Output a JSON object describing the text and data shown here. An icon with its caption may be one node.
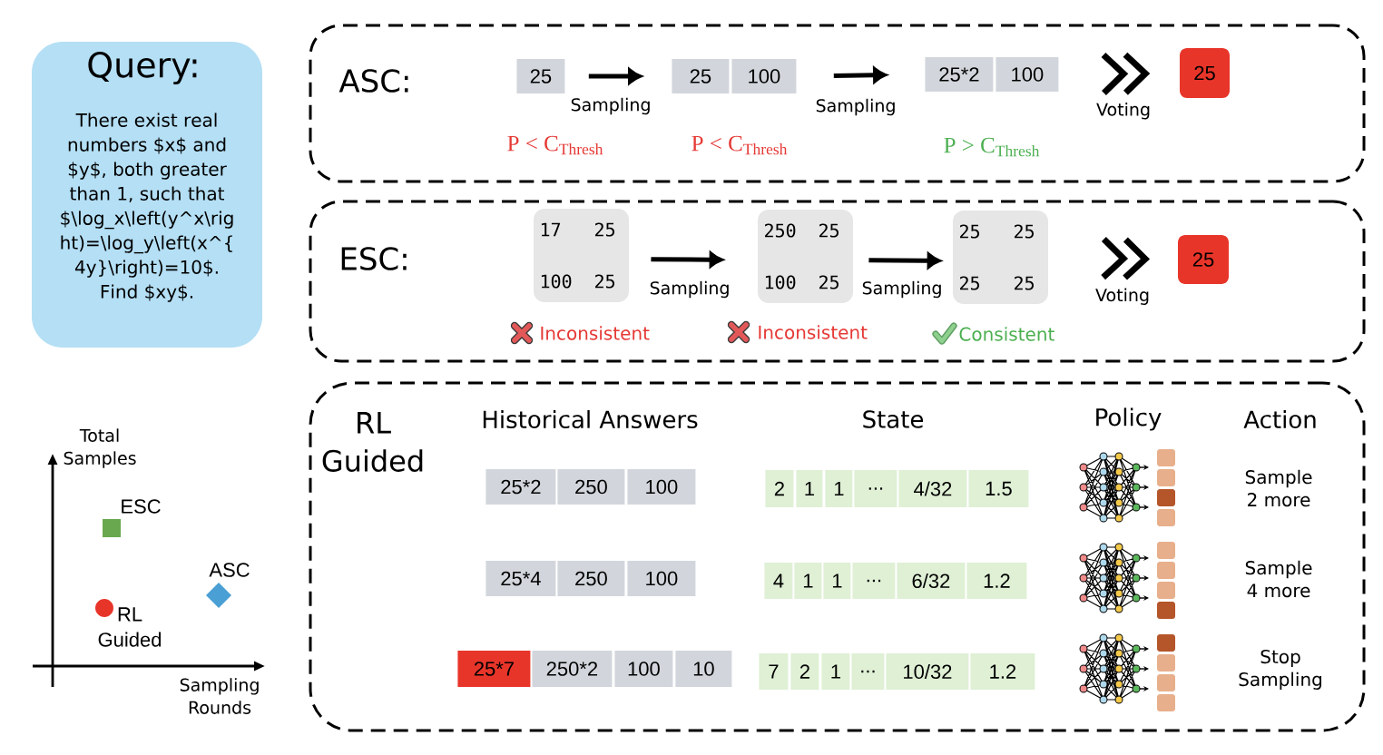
{
  "diagram": {
    "nodes": [
      {
        "text": [
          "Query:",
          "There exist real numbers $x$ and $y$, both greater than 1, such that $\\log_x\\left(y^x\\right)=\\log_y\\left(x^{4y}\\right)=10$. Find $xy$."
        ]
      },
      {
        "text": [
          "ASC:"
        ]
      },
      {
        "text": [
          "25"
        ],
        "in": 1,
        "beside": [
          "P < C$_{Thresh}$"
        ]
      },
      {
        "text": [
          "25",
          "100"
        ],
        "in": 1,
        "beside": [
          "P < C$_{Thresh}$"
        ]
      },
      {
        "text": [
          "25*2",
          "100"
        ],
        "in": 1,
        "beside": [
          "P > C$_{Thresh}$"
        ]
      },
      {
        "text": [
          "25"
        ],
        "in": 1
      },
      {
        "text": [
          "ESC:"
        ]
      },
      {
        "text": [
          "17",
          "25",
          "100",
          "25"
        ],
        "in": 6,
        "beside": [
          "Inconsistent"
        ]
      },
      {
        "text": [
          "250",
          "25",
          "100",
          "25"
        ],
        "in": 6,
        "beside": [
          "Inconsistent"
        ]
      },
      {
        "text": [
          "25",
          "25",
          "25",
          "25"
        ],
        "in": 6,
        "beside": [
          "Consistent"
        ]
      },
      {
        "text": [
          "25"
        ],
        "in": 6
      },
      {
        "text": [
          "RL Guided",
          "Historical Answers",
          "State",
          "Policy",
          "Action",
          "Sample 2 more",
          "Sample 4 more",
          "Stop Sampling"
        ]
      },
      {
        "text": [
          "25*2",
          "250",
          "100"
        ],
        "in": 11
      },
      {
        "text": [
          "2",
          "1",
          "1",
          "...",
          "4/32",
          "1.5"
        ],
        "in": 11
      },
      {
        "text": [
          "25*4",
          "250",
          "100"
        ],
        "in": 11
      },
      {
        "text": [
          "4",
          "1",
          "1",
          "...",
          "6/32",
          "1.2"
        ],
        "in": 11
      },
      {
        "text": [
          "25*7",
          "250*2",
          "100",
          "10"
        ],
        "in": 11
      },
      {
        "text": [
          "7",
          "2",
          "1",
          "...",
          "10/32",
          "1.2"
        ],
        "in": 11
      }
    ],
    "edges": [
      {
        "from": 2,
        "to": 3,
        "arrow": "to",
        "label": "Sampling"
      },
      {
        "from": 3,
        "to": 4,
        "arrow": "to",
        "label": "Sampling"
      },
      {
        "from": 4,
        "to": 5,
        "arrow": "to",
        "label": "Voting"
      },
      {
        "from": 7,
        "to": 8,
        "arrow": "to",
        "label": "Sampling"
      },
      {
        "from": 8,
        "to": 9,
        "arrow": "to",
        "label": "Sampling"
      },
      {
        "from": 9,
        "to": 10,
        "arrow": "to",
        "label": "Voting"
      }
    ],
    "labels": [
      "Total Samples",
      "ESC",
      "ASC",
      "RL Guided",
      "Sampling Rounds"
    ]
  }
}
